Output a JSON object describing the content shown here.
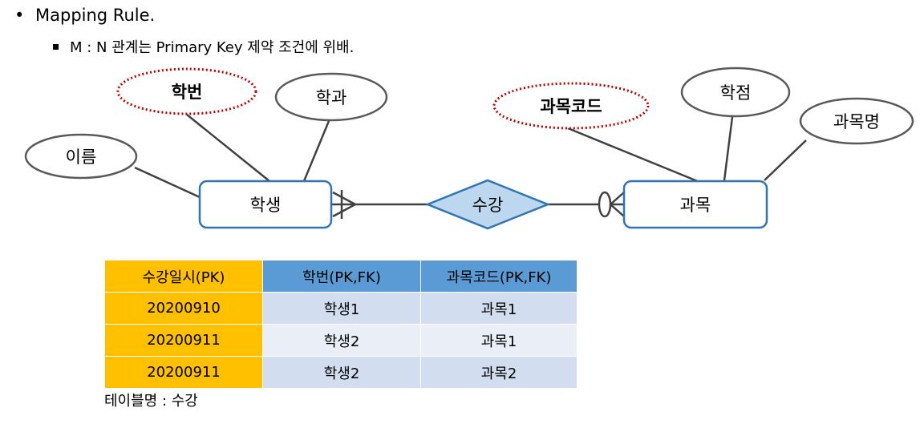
{
  "heading": {
    "bullet": "•",
    "text": "Mapping Rule."
  },
  "subheading": {
    "text": "M : N 관계는 Primary Key 제약 조건에 위배."
  },
  "diagram": {
    "entities": {
      "student": "학생",
      "course": "과목"
    },
    "relationship": "수강",
    "attributes": {
      "student_id": "학번",
      "department": "학과",
      "name": "이름",
      "course_code": "과목코드",
      "credit": "학점",
      "course_name": "과목명"
    },
    "colors": {
      "entity_border": "#2e75b6",
      "relationship_fill": "#bdd7ee",
      "key_attribute_border": "#c00000",
      "attribute_border": "#595959"
    }
  },
  "table": {
    "headers": [
      "수강일시(PK)",
      "학번(PK,FK)",
      "과목코드(PK,FK)"
    ],
    "rows": [
      [
        "20200910",
        "학생1",
        "과목1"
      ],
      [
        "20200911",
        "학생2",
        "과목1"
      ],
      [
        "20200911",
        "학생2",
        "과목2"
      ]
    ],
    "colors": {
      "pk_column": "#ffc000",
      "header": "#5b9bd5",
      "row_odd": "#d2deef",
      "row_even": "#eaeff7"
    }
  },
  "caption": "테이블명 : 수강"
}
